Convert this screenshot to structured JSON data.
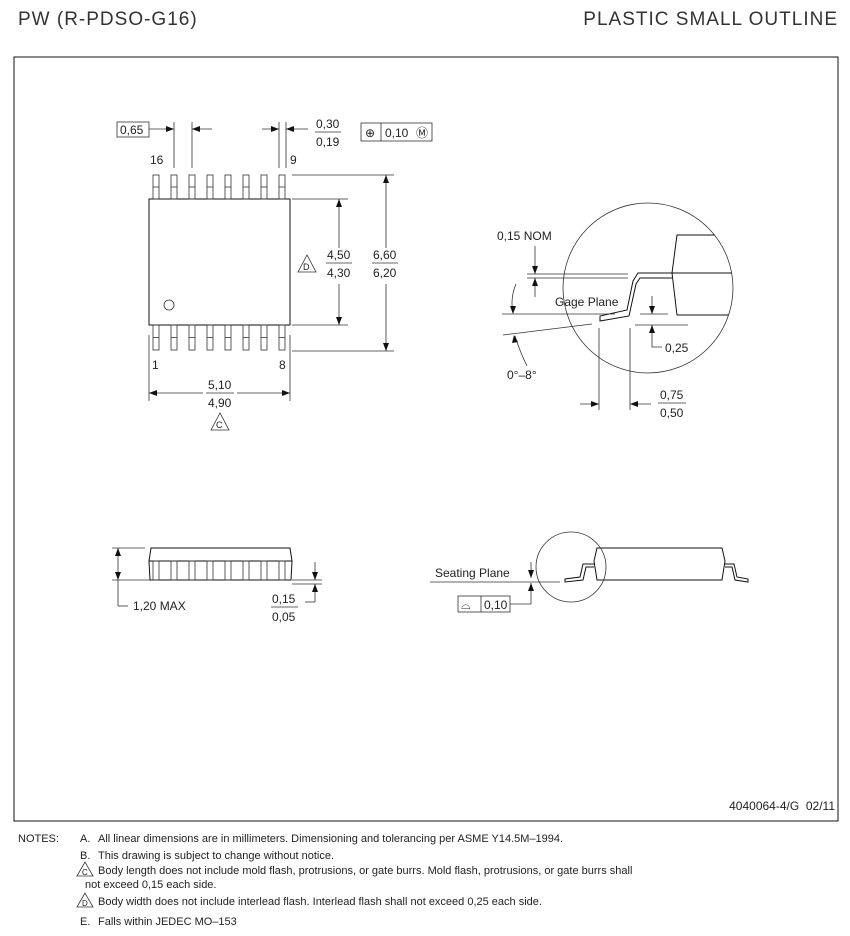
{
  "header": {
    "package_code": "PW (R-PDSO-G16)",
    "package_type": "PLASTIC SMALL OUTLINE"
  },
  "top_view": {
    "pin_labels": {
      "pin16": "16",
      "pin9": "9",
      "pin1": "1",
      "pin8": "8"
    },
    "pitch": "0,65",
    "lead_width_max": "0,30",
    "lead_width_min": "0,19",
    "position_tolerance": {
      "symbol": "⊕",
      "value": "0,10",
      "modifier": "Ⓜ"
    },
    "body_width_max": "4,50",
    "body_width_min": "4,30",
    "body_width_note": "D",
    "overall_width_max": "6,60",
    "overall_width_min": "6,20",
    "body_length_max": "5,10",
    "body_length_min": "4,90",
    "body_length_note": "C"
  },
  "detail_view": {
    "lead_thickness": "0,15 NOM",
    "gage_plane_label": "Gage Plane",
    "gage_height": "0,25",
    "angle": "0°–8°",
    "foot_length_max": "0,75",
    "foot_length_min": "0,50"
  },
  "side_view": {
    "height": "1,20 MAX",
    "standoff_max": "0,15",
    "standoff_min": "0,05",
    "seating_plane_label": "Seating Plane",
    "flatness": {
      "symbol": "⌓",
      "value": "0,10"
    }
  },
  "drawing_number": "4040064-4/G  02/11",
  "notes": {
    "heading": "NOTES:",
    "items": [
      {
        "marker": "A.",
        "text": "All linear dimensions are in millimeters.  Dimensioning and tolerancing per ASME Y14.5M–1994."
      },
      {
        "marker": "B.",
        "text": "This drawing is subject to change without notice."
      },
      {
        "marker": "C",
        "text": "Body length does not include mold flash, protrusions, or gate burrs.  Mold flash, protrusions, or gate burrs shall",
        "text2": "not exceed 0,15 each side."
      },
      {
        "marker": "D",
        "text": "Body width does not include interlead flash.  Interlead flash shall not exceed 0,25 each side."
      },
      {
        "marker": "E.",
        "text": "Falls within JEDEC MO–153"
      }
    ]
  }
}
